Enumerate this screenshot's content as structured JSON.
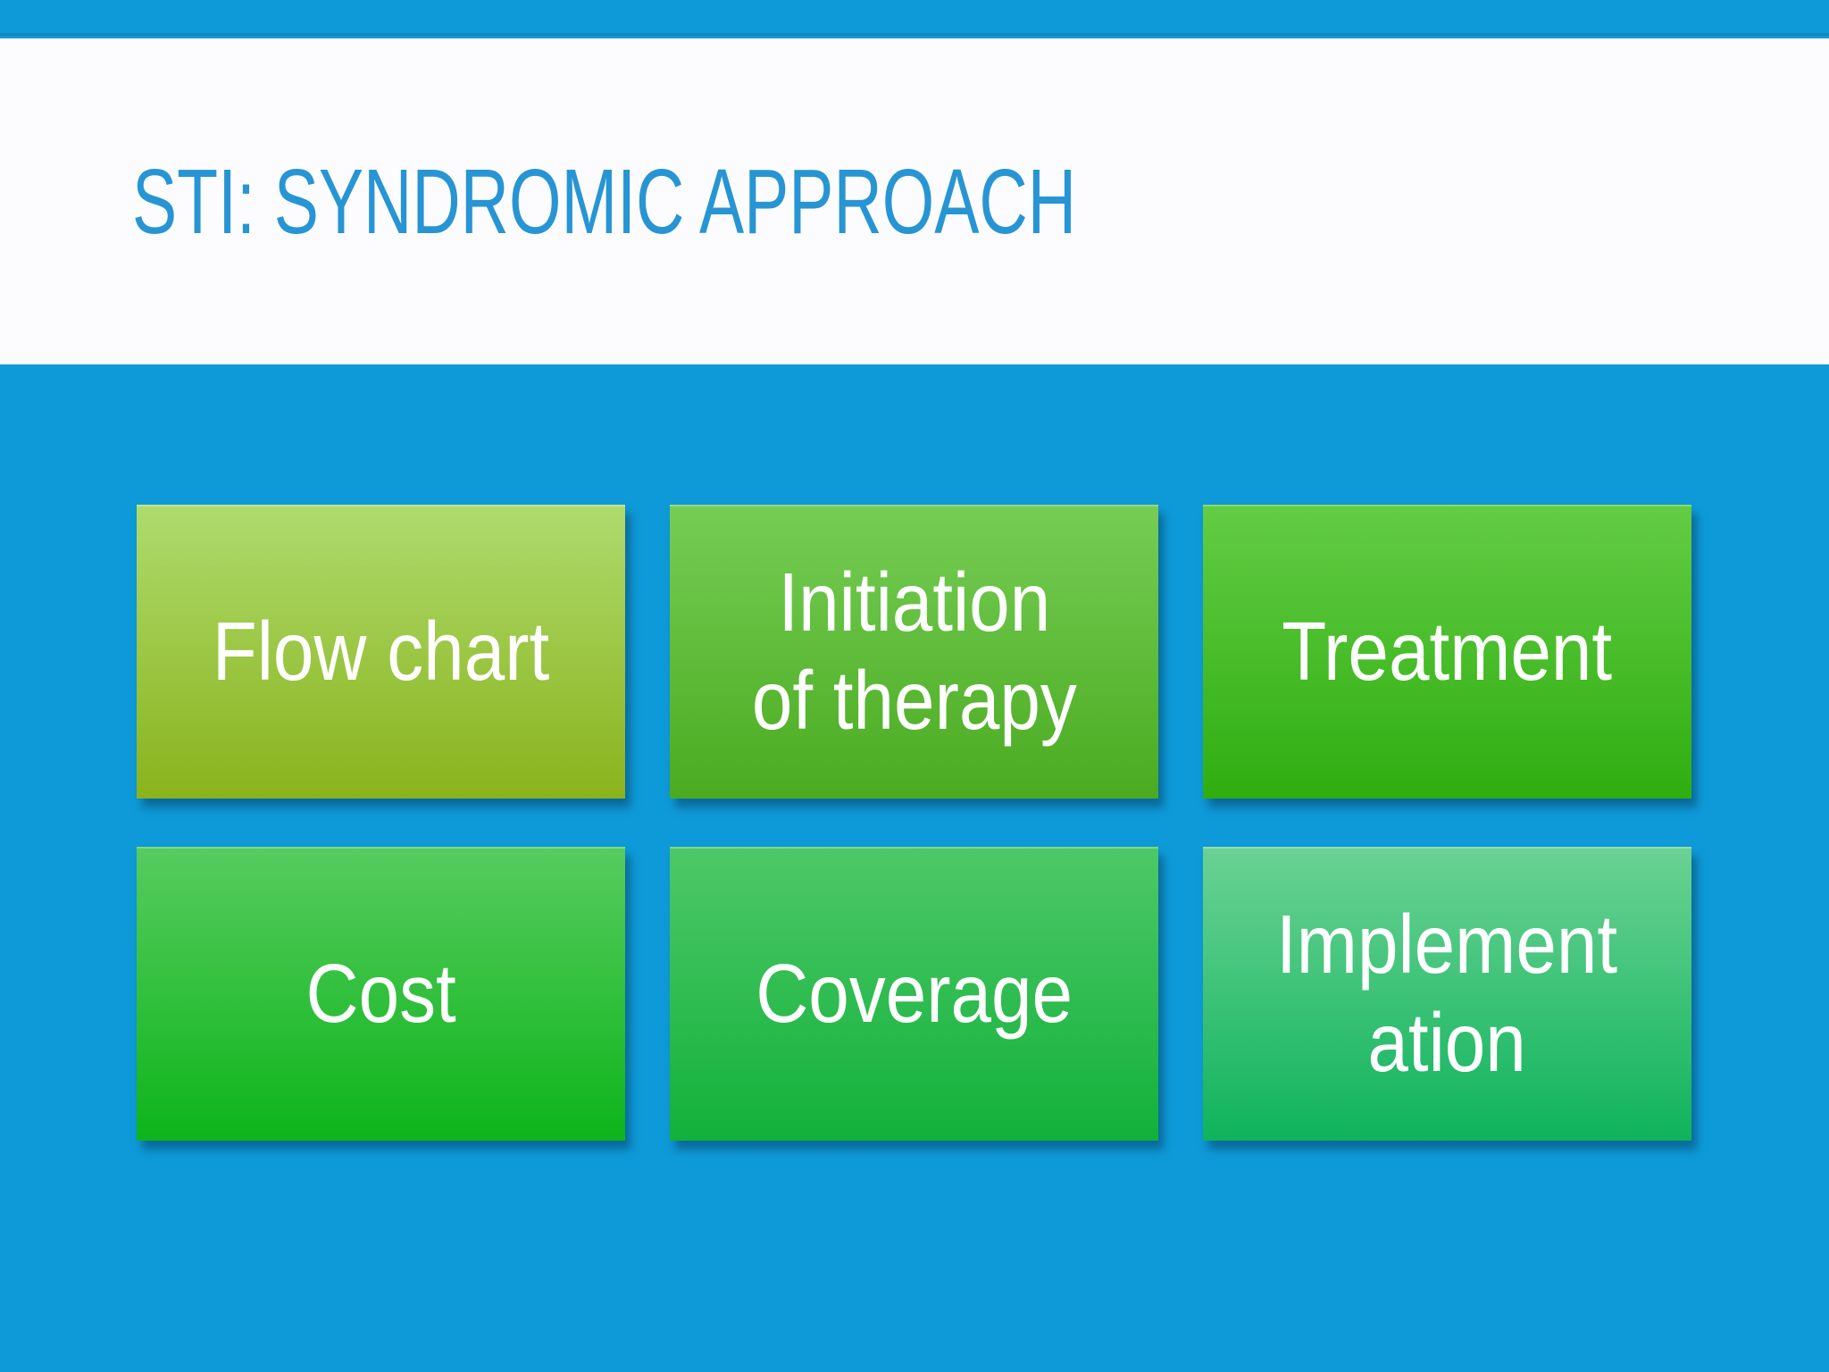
{
  "slide": {
    "title": "STI: SYNDROMIC APPROACH",
    "colors": {
      "background": "#0e9ad8",
      "top_bar": "#0e9ad8",
      "top_bar_edge": "#1287bd",
      "header_background": "#fcfcfe",
      "title_text": "#2795d4",
      "box_text": "#ffffff"
    }
  },
  "boxes": [
    {
      "label": "Flow chart",
      "lines": [
        "Flow chart"
      ],
      "gradient_top": "#aedb6e",
      "gradient_bottom": "#8ab31c"
    },
    {
      "label": "Initiation of therapy",
      "lines": [
        "Initiation",
        "of therapy"
      ],
      "gradient_top": "#76cd55",
      "gradient_bottom": "#4aab20"
    },
    {
      "label": "Treatment",
      "lines": [
        "Treatment"
      ],
      "gradient_top": "#63cc45",
      "gradient_bottom": "#2fae10"
    },
    {
      "label": "Cost",
      "lines": [
        "Cost"
      ],
      "gradient_top": "#57cc5f",
      "gradient_bottom": "#0db41b"
    },
    {
      "label": "Coverage",
      "lines": [
        "Coverage"
      ],
      "gradient_top": "#4ec868",
      "gradient_bottom": "#12b13a"
    },
    {
      "label": "Implementation",
      "lines": [
        "Implement",
        "ation"
      ],
      "gradient_top": "#6bd294",
      "gradient_bottom": "#0fb35c"
    }
  ]
}
